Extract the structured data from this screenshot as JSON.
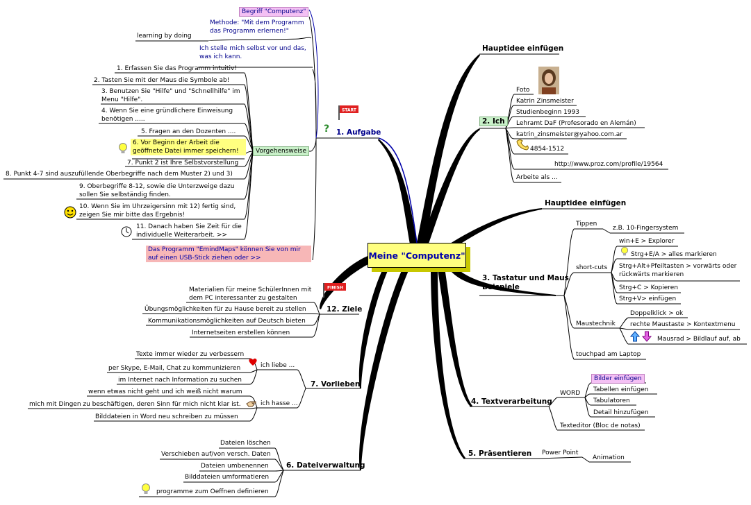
{
  "center": {
    "title": "Meine \"Computenz\""
  },
  "colors": {
    "center_fill": "#ffff80",
    "center_text": "#0000aa",
    "pink": "#f4c0f4",
    "yellow": "#ffff80",
    "green": "#c8f0c8",
    "salmon": "#f7b7b7",
    "blue_text": "#00008b"
  },
  "aufgabe": {
    "label": "1. Aufgabe",
    "begriff": "Begriff \"Computenz\"",
    "methode": "Methode: \"Mit dem Programm das Programm erlernen!\"",
    "learning": "learning by doing",
    "vorstellen": "Ich stelle mich selbst vor und das, was ich kann.",
    "vorgehensweise": "Vorgehensweise",
    "steps": [
      "1. Erfassen Sie das Programm intuitiv!",
      "2. Tasten Sie mit der Maus die Symbole ab!",
      "3. Benutzen Sie \"Hilfe\" und \"Schnellhilfe\" im Menu \"Hilfe\".",
      "4. Wenn Sie eine gründlichere Einweisung benötigen .....",
      "5. Fragen an den Dozenten ....",
      "6. Vor Beginn der Arbeit die geöffnete Datei immer speichern!",
      "7. Punkt 2 ist Ihre Selbstvorstellung",
      "8. Punkt 4-7 sind auszufüllende Oberbegriffe nach dem Muster 2) und 3)",
      "9. Oberbegriffe 8-12, sowie die Unterzweige dazu sollen Sie selbständig finden.",
      "10. Wenn Sie im Uhrzeigersinn mit 12) fertig sind, zeigen Sie mir bitte das Ergebnis!",
      "11. Danach haben Sie Zeit für die individuelle Weiterarbeit. >>"
    ],
    "usb": "Das Programm \"EmindMaps\" können Sie von mir auf einen USB-Stick ziehen oder >>",
    "flag_text": "START"
  },
  "hauptidee_1": "Hauptidee einfügen",
  "hauptidee_2": "Hauptidee einfügen",
  "ich": {
    "label": "2. Ich",
    "items": [
      "Foto",
      "Katrin Zinsmeister",
      "Studienbeginn 1993",
      "Lehramt DaF (Profesorado en Alemán)",
      "katrin_zinsmeister@yahoo.com.ar",
      "4854-1512",
      "http://www.proz.com/profile/19564",
      "Arbeite als ..."
    ]
  },
  "tastatur": {
    "label_1": "3. Tastatur und Maus",
    "label_2": "Beispiele",
    "tippen": "Tippen",
    "tippen_item": "z.B.  10-Fingersystem",
    "shortcuts": "short-cuts",
    "shortcut_items": [
      "win+E > Explorer",
      "Strg+E/A > alles markieren",
      "Strg+Alt+Pfeiltasten > vorwärts oder rückwärts markieren",
      "Strg+C > Kopieren",
      "Strg+V> einfügen"
    ],
    "maustechnik": "Maustechnik",
    "maus_items": [
      "Doppelklick > ok",
      "rechte Maustaste > Kontextmenu",
      "Mausrad > Bildlauf auf, ab"
    ],
    "touchpad": "touchpad am Laptop"
  },
  "text": {
    "label": "4. Textverarbeitung",
    "word": "WORD",
    "word_items": [
      "Bilder einfügen",
      "Tabellen einfügen",
      "Tabulatoren",
      "Detail hinzufügen"
    ],
    "texteditor": "Texteditor (Bloc de notas)"
  },
  "praes": {
    "label": "5. Präsentieren",
    "pp": "Power Point",
    "anim": "Animation"
  },
  "datei": {
    "label": "6. Dateiverwaltung",
    "items": [
      "Dateien löschen",
      "Verschieben auf/von versch. Daten",
      "Dateien umbenennen",
      "Bilddateien umformatieren",
      "programme zum Oeffnen definieren"
    ]
  },
  "vorlieben": {
    "label": "7. Vorlieben",
    "liebe": "ich liebe ...",
    "liebe_items": [
      "Texte immer wieder zu verbessern",
      "per Skype, E-Mail, Chat zu kommunizieren",
      "im Internet nach Information zu suchen"
    ],
    "hasse": "ich hasse ...",
    "hasse_items": [
      "wenn etwas nicht geht und ich weiß nicht warum",
      "mich mit Dingen zu beschäftigen, deren Sinn für mich nicht klar ist.",
      "Bilddateien in Word neu schreiben zu müssen"
    ]
  },
  "ziele": {
    "label": "12. Ziele",
    "items": [
      "Materialien für meine SchülerInnen mit dem PC interessanter zu gestalten",
      "Übungsmöglichkeiten für zu Hause bereit zu stellen",
      "Kommunikationsmöglichkeiten auf Deutsch bieten",
      "Internetseiten erstellen können"
    ],
    "flag_text": "FINISH"
  }
}
